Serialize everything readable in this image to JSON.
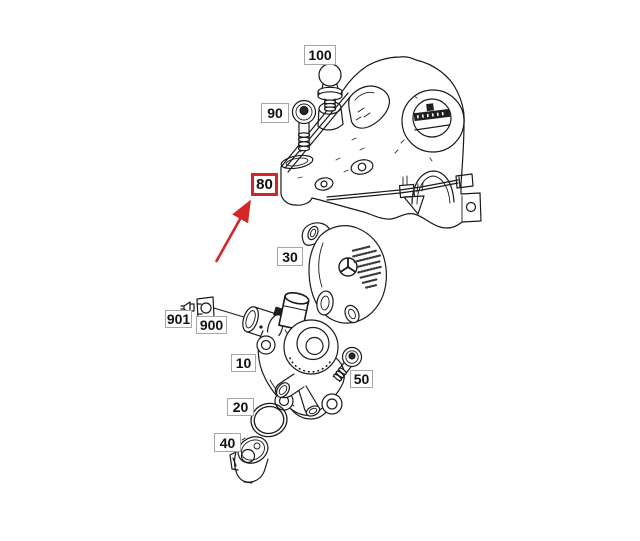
{
  "callouts": [
    {
      "ref": "100",
      "highlighted": false
    },
    {
      "ref": "90",
      "highlighted": false
    },
    {
      "ref": "80",
      "highlighted": true
    },
    {
      "ref": "30",
      "highlighted": false
    },
    {
      "ref": "901",
      "highlighted": false
    },
    {
      "ref": "900",
      "highlighted": false
    },
    {
      "ref": "10",
      "highlighted": false
    },
    {
      "ref": "50",
      "highlighted": false
    },
    {
      "ref": "20",
      "highlighted": false
    },
    {
      "ref": "40",
      "highlighted": false
    }
  ],
  "annotation": {
    "target_ref": "80",
    "arrow_color": "#d42626",
    "box_border_color": "#d42626"
  },
  "icons": {
    "brand_emblem": "mercedes-star-icon"
  },
  "colors": {
    "background": "#ffffff",
    "line": "#1a1a1a",
    "label_border": "#a6a6a6",
    "label_text": "#111111"
  }
}
